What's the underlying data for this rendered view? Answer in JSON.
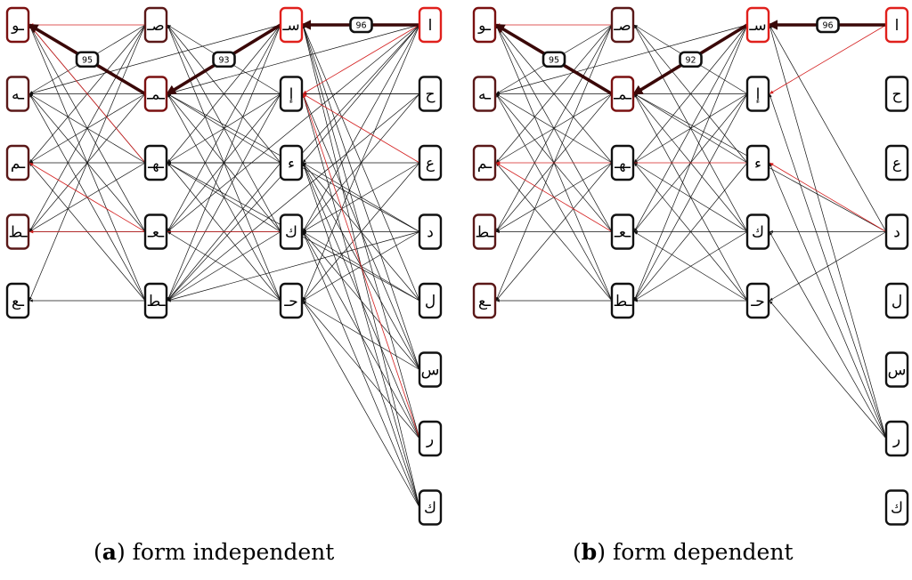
{
  "captions": {
    "a": {
      "tag": "a",
      "text": "form independent"
    },
    "b": {
      "tag": "b",
      "text": "form dependent"
    }
  },
  "colors": {
    "strong_red": "#e0201c",
    "dark_red": "#7a1010",
    "mid_red": "#5a1818",
    "black": "#111111",
    "thin_red": "#d42020"
  },
  "diagrams": [
    {
      "id": "a",
      "nodes": [
        {
          "id": "a1",
          "col": 3,
          "row": 0,
          "label": "ا",
          "tint": "strong_red"
        },
        {
          "id": "a2",
          "col": 3,
          "row": 1,
          "label": "ح",
          "tint": "black"
        },
        {
          "id": "a3",
          "col": 3,
          "row": 2,
          "label": "ع",
          "tint": "black"
        },
        {
          "id": "a4",
          "col": 3,
          "row": 3,
          "label": "د",
          "tint": "black"
        },
        {
          "id": "a5",
          "col": 3,
          "row": 4,
          "label": "ل",
          "tint": "black"
        },
        {
          "id": "a6",
          "col": 3,
          "row": 5,
          "label": "س",
          "tint": "black"
        },
        {
          "id": "a7",
          "col": 3,
          "row": 6,
          "label": "ر",
          "tint": "black"
        },
        {
          "id": "a8",
          "col": 3,
          "row": 7,
          "label": "ك",
          "tint": "black"
        },
        {
          "id": "b1",
          "col": 2,
          "row": 0,
          "label": "سـ",
          "tint": "strong_red"
        },
        {
          "id": "b2",
          "col": 2,
          "row": 1,
          "label": "إ",
          "tint": "black"
        },
        {
          "id": "b3",
          "col": 2,
          "row": 2,
          "label": "ء",
          "tint": "black"
        },
        {
          "id": "b4",
          "col": 2,
          "row": 3,
          "label": "ك",
          "tint": "black"
        },
        {
          "id": "b5",
          "col": 2,
          "row": 4,
          "label": "حـ",
          "tint": "black"
        },
        {
          "id": "c1",
          "col": 1,
          "row": 0,
          "label": "صـ",
          "tint": "mid_red"
        },
        {
          "id": "c2",
          "col": 1,
          "row": 1,
          "label": "ـمـ",
          "tint": "dark_red"
        },
        {
          "id": "c3",
          "col": 1,
          "row": 2,
          "label": "ـهـ",
          "tint": "black"
        },
        {
          "id": "c4",
          "col": 1,
          "row": 3,
          "label": "ـعـ",
          "tint": "black"
        },
        {
          "id": "c5",
          "col": 1,
          "row": 4,
          "label": "ـط",
          "tint": "black"
        },
        {
          "id": "d1",
          "col": 0,
          "row": 0,
          "label": "ـو",
          "tint": "dark_red"
        },
        {
          "id": "d2",
          "col": 0,
          "row": 1,
          "label": "ـه",
          "tint": "mid_red"
        },
        {
          "id": "d3",
          "col": 0,
          "row": 2,
          "label": "ـم",
          "tint": "mid_red"
        },
        {
          "id": "d4",
          "col": 0,
          "row": 3,
          "label": "ـط",
          "tint": "mid_red"
        },
        {
          "id": "d5",
          "col": 0,
          "row": 4,
          "label": "ـع",
          "tint": "black"
        }
      ],
      "bold_edges": [
        {
          "from": "a1",
          "to": "b1",
          "weight": "96"
        },
        {
          "from": "b1",
          "to": "c2",
          "weight": "93"
        },
        {
          "from": "c2",
          "to": "d1",
          "weight": "95"
        }
      ],
      "red_edges": [
        [
          "a1",
          "b2"
        ],
        [
          "a3",
          "b2"
        ],
        [
          "c1",
          "d1"
        ],
        [
          "c4",
          "d3"
        ],
        [
          "c3",
          "d1"
        ],
        [
          "b4",
          "d4"
        ],
        [
          "a7",
          "b2"
        ]
      ],
      "edges": [
        [
          "a1",
          "b3"
        ],
        [
          "a1",
          "b4"
        ],
        [
          "a1",
          "b5"
        ],
        [
          "a1",
          "c2"
        ],
        [
          "a1",
          "c4"
        ],
        [
          "a1",
          "c5"
        ],
        [
          "a2",
          "b2"
        ],
        [
          "a2",
          "b4"
        ],
        [
          "a2",
          "c2"
        ],
        [
          "a2",
          "c5"
        ],
        [
          "a3",
          "b4"
        ],
        [
          "a3",
          "b5"
        ],
        [
          "a3",
          "c3"
        ],
        [
          "a4",
          "b4"
        ],
        [
          "a4",
          "b3"
        ],
        [
          "a4",
          "b5"
        ],
        [
          "a4",
          "c2"
        ],
        [
          "a4",
          "c5"
        ],
        [
          "a5",
          "b4"
        ],
        [
          "a5",
          "b1"
        ],
        [
          "a5",
          "b3"
        ],
        [
          "a5",
          "c3"
        ],
        [
          "a6",
          "b1"
        ],
        [
          "a6",
          "b2"
        ],
        [
          "a6",
          "b3"
        ],
        [
          "a6",
          "b4"
        ],
        [
          "a6",
          "b5"
        ],
        [
          "a7",
          "b1"
        ],
        [
          "a7",
          "b3"
        ],
        [
          "a7",
          "b4"
        ],
        [
          "a7",
          "b5"
        ],
        [
          "a8",
          "b1"
        ],
        [
          "a8",
          "b2"
        ],
        [
          "a8",
          "b3"
        ],
        [
          "a8",
          "b4"
        ],
        [
          "a8",
          "b5"
        ],
        [
          "b1",
          "c3"
        ],
        [
          "b1",
          "c4"
        ],
        [
          "b1",
          "c5"
        ],
        [
          "b1",
          "d2"
        ],
        [
          "b2",
          "c1"
        ],
        [
          "b2",
          "c3"
        ],
        [
          "b2",
          "c4"
        ],
        [
          "b2",
          "c5"
        ],
        [
          "b2",
          "c2"
        ],
        [
          "b3",
          "c1"
        ],
        [
          "b3",
          "c2"
        ],
        [
          "b3",
          "c3"
        ],
        [
          "b3",
          "c5"
        ],
        [
          "b4",
          "c1"
        ],
        [
          "b4",
          "c2"
        ],
        [
          "b4",
          "c3"
        ],
        [
          "b4",
          "c4"
        ],
        [
          "b4",
          "c5"
        ],
        [
          "b5",
          "c1"
        ],
        [
          "b5",
          "c2"
        ],
        [
          "b5",
          "c3"
        ],
        [
          "b5",
          "c4"
        ],
        [
          "b5",
          "c5"
        ],
        [
          "c1",
          "d2"
        ],
        [
          "c1",
          "d3"
        ],
        [
          "c1",
          "d4"
        ],
        [
          "c1",
          "d5"
        ],
        [
          "c2",
          "d2"
        ],
        [
          "c2",
          "d3"
        ],
        [
          "c2",
          "d4"
        ],
        [
          "c3",
          "d1"
        ],
        [
          "c3",
          "d2"
        ],
        [
          "c3",
          "d3"
        ],
        [
          "c3",
          "d4"
        ],
        [
          "c4",
          "d1"
        ],
        [
          "c4",
          "d2"
        ],
        [
          "c4",
          "d4"
        ],
        [
          "c5",
          "d1"
        ],
        [
          "c5",
          "d2"
        ],
        [
          "c5",
          "d3"
        ],
        [
          "c5",
          "d5"
        ]
      ]
    },
    {
      "id": "b",
      "nodes": [
        {
          "id": "a1",
          "col": 3,
          "row": 0,
          "label": "ا",
          "tint": "strong_red"
        },
        {
          "id": "a2",
          "col": 3,
          "row": 1,
          "label": "ح",
          "tint": "black"
        },
        {
          "id": "a3",
          "col": 3,
          "row": 2,
          "label": "ع",
          "tint": "black"
        },
        {
          "id": "a4",
          "col": 3,
          "row": 3,
          "label": "د",
          "tint": "black"
        },
        {
          "id": "a5",
          "col": 3,
          "row": 4,
          "label": "ل",
          "tint": "black"
        },
        {
          "id": "a6",
          "col": 3,
          "row": 5,
          "label": "س",
          "tint": "black"
        },
        {
          "id": "a7",
          "col": 3,
          "row": 6,
          "label": "ر",
          "tint": "black"
        },
        {
          "id": "a8",
          "col": 3,
          "row": 7,
          "label": "ك",
          "tint": "black"
        },
        {
          "id": "b1",
          "col": 2,
          "row": 0,
          "label": "سـ",
          "tint": "strong_red"
        },
        {
          "id": "b2",
          "col": 2,
          "row": 1,
          "label": "إ",
          "tint": "black"
        },
        {
          "id": "b3",
          "col": 2,
          "row": 2,
          "label": "ء",
          "tint": "black"
        },
        {
          "id": "b4",
          "col": 2,
          "row": 3,
          "label": "ك",
          "tint": "black"
        },
        {
          "id": "b5",
          "col": 2,
          "row": 4,
          "label": "حـ",
          "tint": "black"
        },
        {
          "id": "c1",
          "col": 1,
          "row": 0,
          "label": "صـ",
          "tint": "mid_red"
        },
        {
          "id": "c2",
          "col": 1,
          "row": 1,
          "label": "ـمـ",
          "tint": "dark_red"
        },
        {
          "id": "c3",
          "col": 1,
          "row": 2,
          "label": "ـهـ",
          "tint": "black"
        },
        {
          "id": "c4",
          "col": 1,
          "row": 3,
          "label": "ـعـ",
          "tint": "black"
        },
        {
          "id": "c5",
          "col": 1,
          "row": 4,
          "label": "ـط",
          "tint": "black"
        },
        {
          "id": "d1",
          "col": 0,
          "row": 0,
          "label": "ـو",
          "tint": "dark_red"
        },
        {
          "id": "d2",
          "col": 0,
          "row": 1,
          "label": "ـه",
          "tint": "mid_red"
        },
        {
          "id": "d3",
          "col": 0,
          "row": 2,
          "label": "ـم",
          "tint": "mid_red"
        },
        {
          "id": "d4",
          "col": 0,
          "row": 3,
          "label": "ـط",
          "tint": "mid_red"
        },
        {
          "id": "d5",
          "col": 0,
          "row": 4,
          "label": "ـع",
          "tint": "mid_red"
        }
      ],
      "bold_edges": [
        {
          "from": "a1",
          "to": "b1",
          "weight": "96"
        },
        {
          "from": "b1",
          "to": "c2",
          "weight": "92"
        },
        {
          "from": "c2",
          "to": "d1",
          "weight": "95"
        }
      ],
      "red_edges": [
        [
          "a1",
          "b2"
        ],
        [
          "a4",
          "b3"
        ],
        [
          "c1",
          "d1"
        ],
        [
          "c4",
          "d3"
        ],
        [
          "b3",
          "d3"
        ]
      ],
      "edges": [
        [
          "a4",
          "b1"
        ],
        [
          "a4",
          "b4"
        ],
        [
          "a4",
          "b5"
        ],
        [
          "a4",
          "c2"
        ],
        [
          "a7",
          "b1"
        ],
        [
          "a7",
          "b2"
        ],
        [
          "a7",
          "b3"
        ],
        [
          "a7",
          "b4"
        ],
        [
          "a7",
          "b5"
        ],
        [
          "b1",
          "c3"
        ],
        [
          "b1",
          "c4"
        ],
        [
          "b1",
          "c5"
        ],
        [
          "b1",
          "d2"
        ],
        [
          "b2",
          "c1"
        ],
        [
          "b2",
          "c3"
        ],
        [
          "b2",
          "c4"
        ],
        [
          "b2",
          "c5"
        ],
        [
          "b2",
          "c2"
        ],
        [
          "b3",
          "c1"
        ],
        [
          "b3",
          "c2"
        ],
        [
          "b3",
          "c5"
        ],
        [
          "b4",
          "c1"
        ],
        [
          "b4",
          "c2"
        ],
        [
          "b4",
          "c3"
        ],
        [
          "b4",
          "c4"
        ],
        [
          "b4",
          "c5"
        ],
        [
          "b5",
          "c2"
        ],
        [
          "b5",
          "c3"
        ],
        [
          "b5",
          "c4"
        ],
        [
          "b5",
          "c5"
        ],
        [
          "c1",
          "d2"
        ],
        [
          "c1",
          "d3"
        ],
        [
          "c1",
          "d4"
        ],
        [
          "c1",
          "d5"
        ],
        [
          "c2",
          "d2"
        ],
        [
          "c2",
          "d3"
        ],
        [
          "c2",
          "d4"
        ],
        [
          "c3",
          "d1"
        ],
        [
          "c3",
          "d2"
        ],
        [
          "c3",
          "d4"
        ],
        [
          "c3",
          "d5"
        ],
        [
          "c4",
          "d1"
        ],
        [
          "c4",
          "d2"
        ],
        [
          "c4",
          "d4"
        ],
        [
          "c5",
          "d1"
        ],
        [
          "c5",
          "d2"
        ],
        [
          "c5",
          "d3"
        ],
        [
          "c5",
          "d5"
        ]
      ]
    }
  ]
}
